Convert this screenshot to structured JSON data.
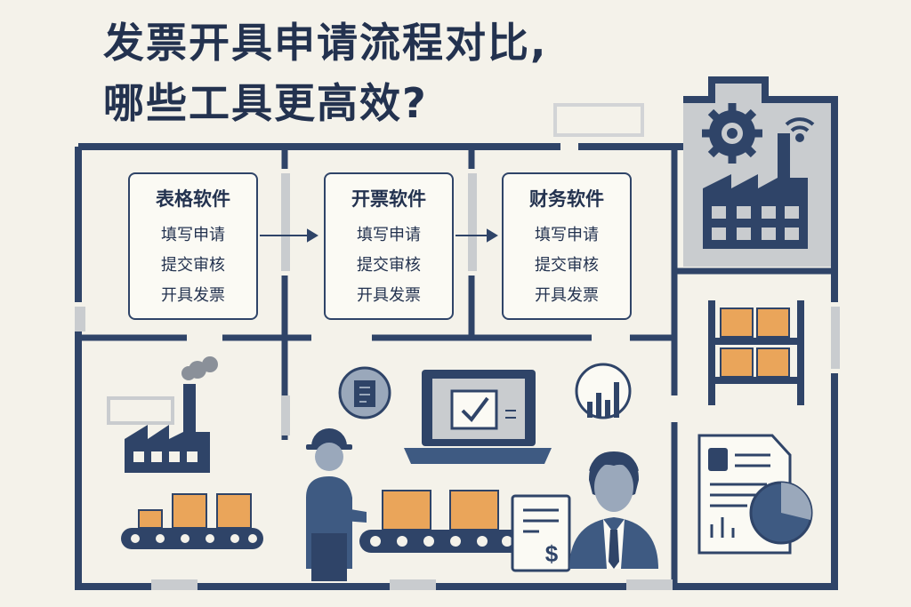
{
  "title": {
    "line1": "发票开具申请流程对比,",
    "line2": "哪些工具更高效?"
  },
  "cards": [
    {
      "name": "表格软件",
      "steps": [
        "填写申请",
        "提交审核",
        "开具发票"
      ]
    },
    {
      "name": "开票软件",
      "steps": [
        "填写申请",
        "提交审核",
        "开具发票"
      ]
    },
    {
      "name": "财务软件",
      "steps": [
        "填写申请",
        "提交审核",
        "开具发票"
      ]
    }
  ],
  "icons": {
    "currency": "$",
    "check": "checkmark-icon"
  },
  "colors": {
    "background": "#f4f2ea",
    "navy": "#2f4468",
    "title_navy": "#23324f",
    "box_orange": "#eaa55a",
    "gray": "#c9cccf"
  }
}
